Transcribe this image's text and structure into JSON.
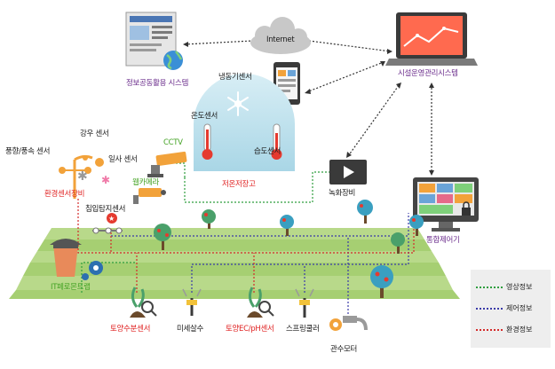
{
  "nodes": {
    "info_sharing_system": "정보공동활용 시스템",
    "internet": "Internet",
    "facility_system": "시설운영관리시스템",
    "freezer_sensor": "냉동기센서",
    "temperature_sensor": "온도센서",
    "humidity_sensor": "습도센서",
    "cctv": "CCTV",
    "webcam": "웹카메라",
    "cold_storage": "저온저장고",
    "recording_device": "녹화장비",
    "integrated_controller": "통합제어기",
    "rain_sensor": "강우 센서",
    "wind_sensor": "풍향/풍속 센서",
    "solar_sensor": "일사 센서",
    "env_sensor_device": "환경센서장비",
    "intrusion_sensor": "침입탐지센서",
    "it_pheromone_trap": "IT페로몬트랩",
    "soil_moisture_sensor": "토양수분센서",
    "micro_sprinkler": "미세살수",
    "soil_ec_ph_sensor": "토양EC/pH센서",
    "sprinkler": "스프링쿨러",
    "irrigation_motor": "관수모터"
  },
  "legend": [
    {
      "label": "영상정보",
      "color": "#2e9e3e"
    },
    {
      "label": "제어정보",
      "color": "#3a3aa8"
    },
    {
      "label": "환경정보",
      "color": "#d42a2a"
    }
  ],
  "colors": {
    "field_green": "#b3d67e",
    "field_dark": "#92bf5a",
    "laptop_screen": "#ff6a4f",
    "storage_dome": "#bfe3ee",
    "label_red": "#e02424",
    "label_purple": "#6b2d8c",
    "label_green": "#44a324"
  }
}
